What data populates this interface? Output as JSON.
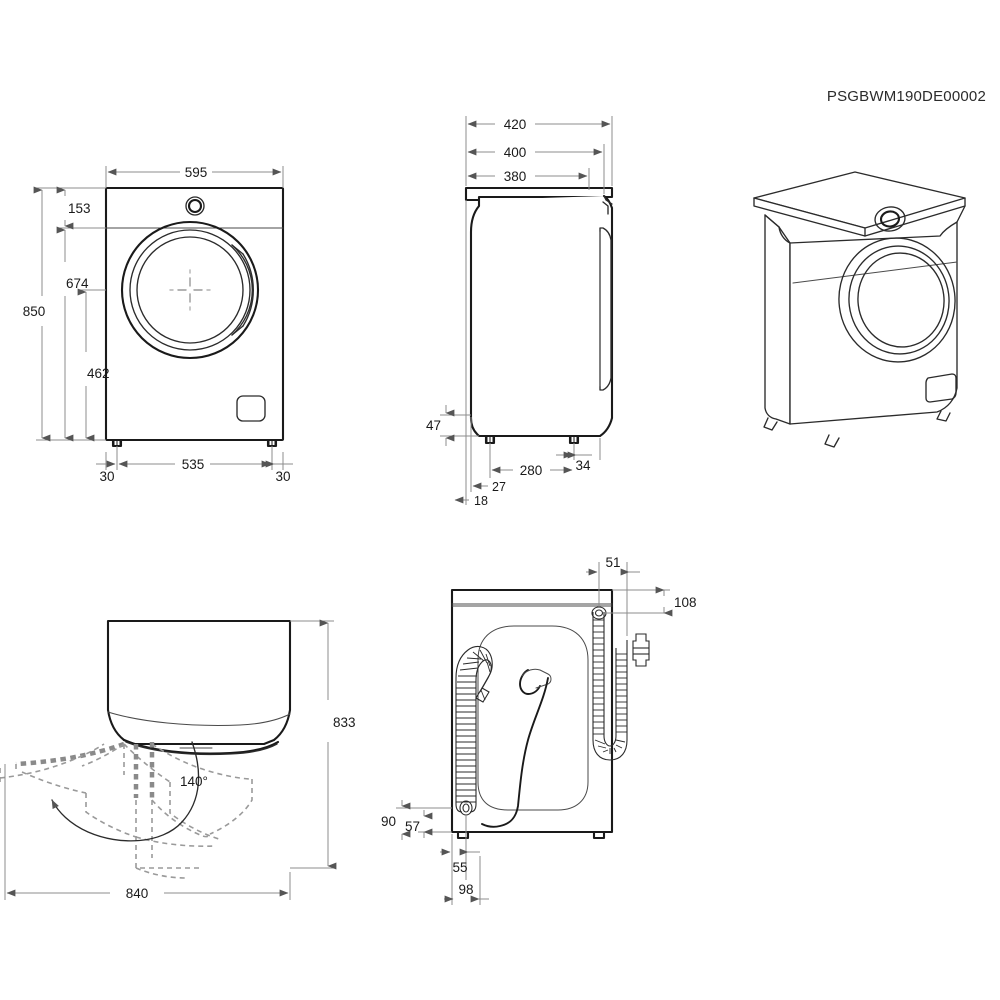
{
  "drawing": {
    "title_code": "PSGBWM190DE00002",
    "product": "front-load-washing-machine",
    "units": "mm",
    "line_color": "#1a1a1a",
    "dim_line_color": "#8c8c8c",
    "background": "#ffffff"
  },
  "views": {
    "front": {
      "name": "front-elevation",
      "dimensions": {
        "width_overall": "595",
        "height_overall": "850",
        "height_door_center": "462",
        "height_to_panel": "674",
        "panel_height": "153",
        "foot_inset_left": "30",
        "foot_span": "535",
        "foot_inset_right": "30"
      }
    },
    "side": {
      "name": "side-elevation",
      "dimensions": {
        "depth_overall": "420",
        "depth_body": "400",
        "depth_top": "380",
        "plinth_height": "47",
        "foot_front_offset": "18",
        "foot_front_offset_2": "27",
        "foot_span": "280",
        "foot_rear_offset": "34"
      }
    },
    "iso": {
      "name": "isometric-view"
    },
    "door_swing": {
      "name": "top-plan-door-swing",
      "dimensions": {
        "door_open_angle": "140°",
        "depth_with_door": "833",
        "width_with_door_open": "840"
      }
    },
    "rear": {
      "name": "rear-elevation",
      "dimensions": {
        "inlet_hose_offset": "51",
        "inlet_hose_height": "108",
        "drain_hose_height_a": "90",
        "drain_hose_height_b": "57",
        "drain_hose_offset": "55",
        "hose_clear_width": "98"
      }
    }
  }
}
